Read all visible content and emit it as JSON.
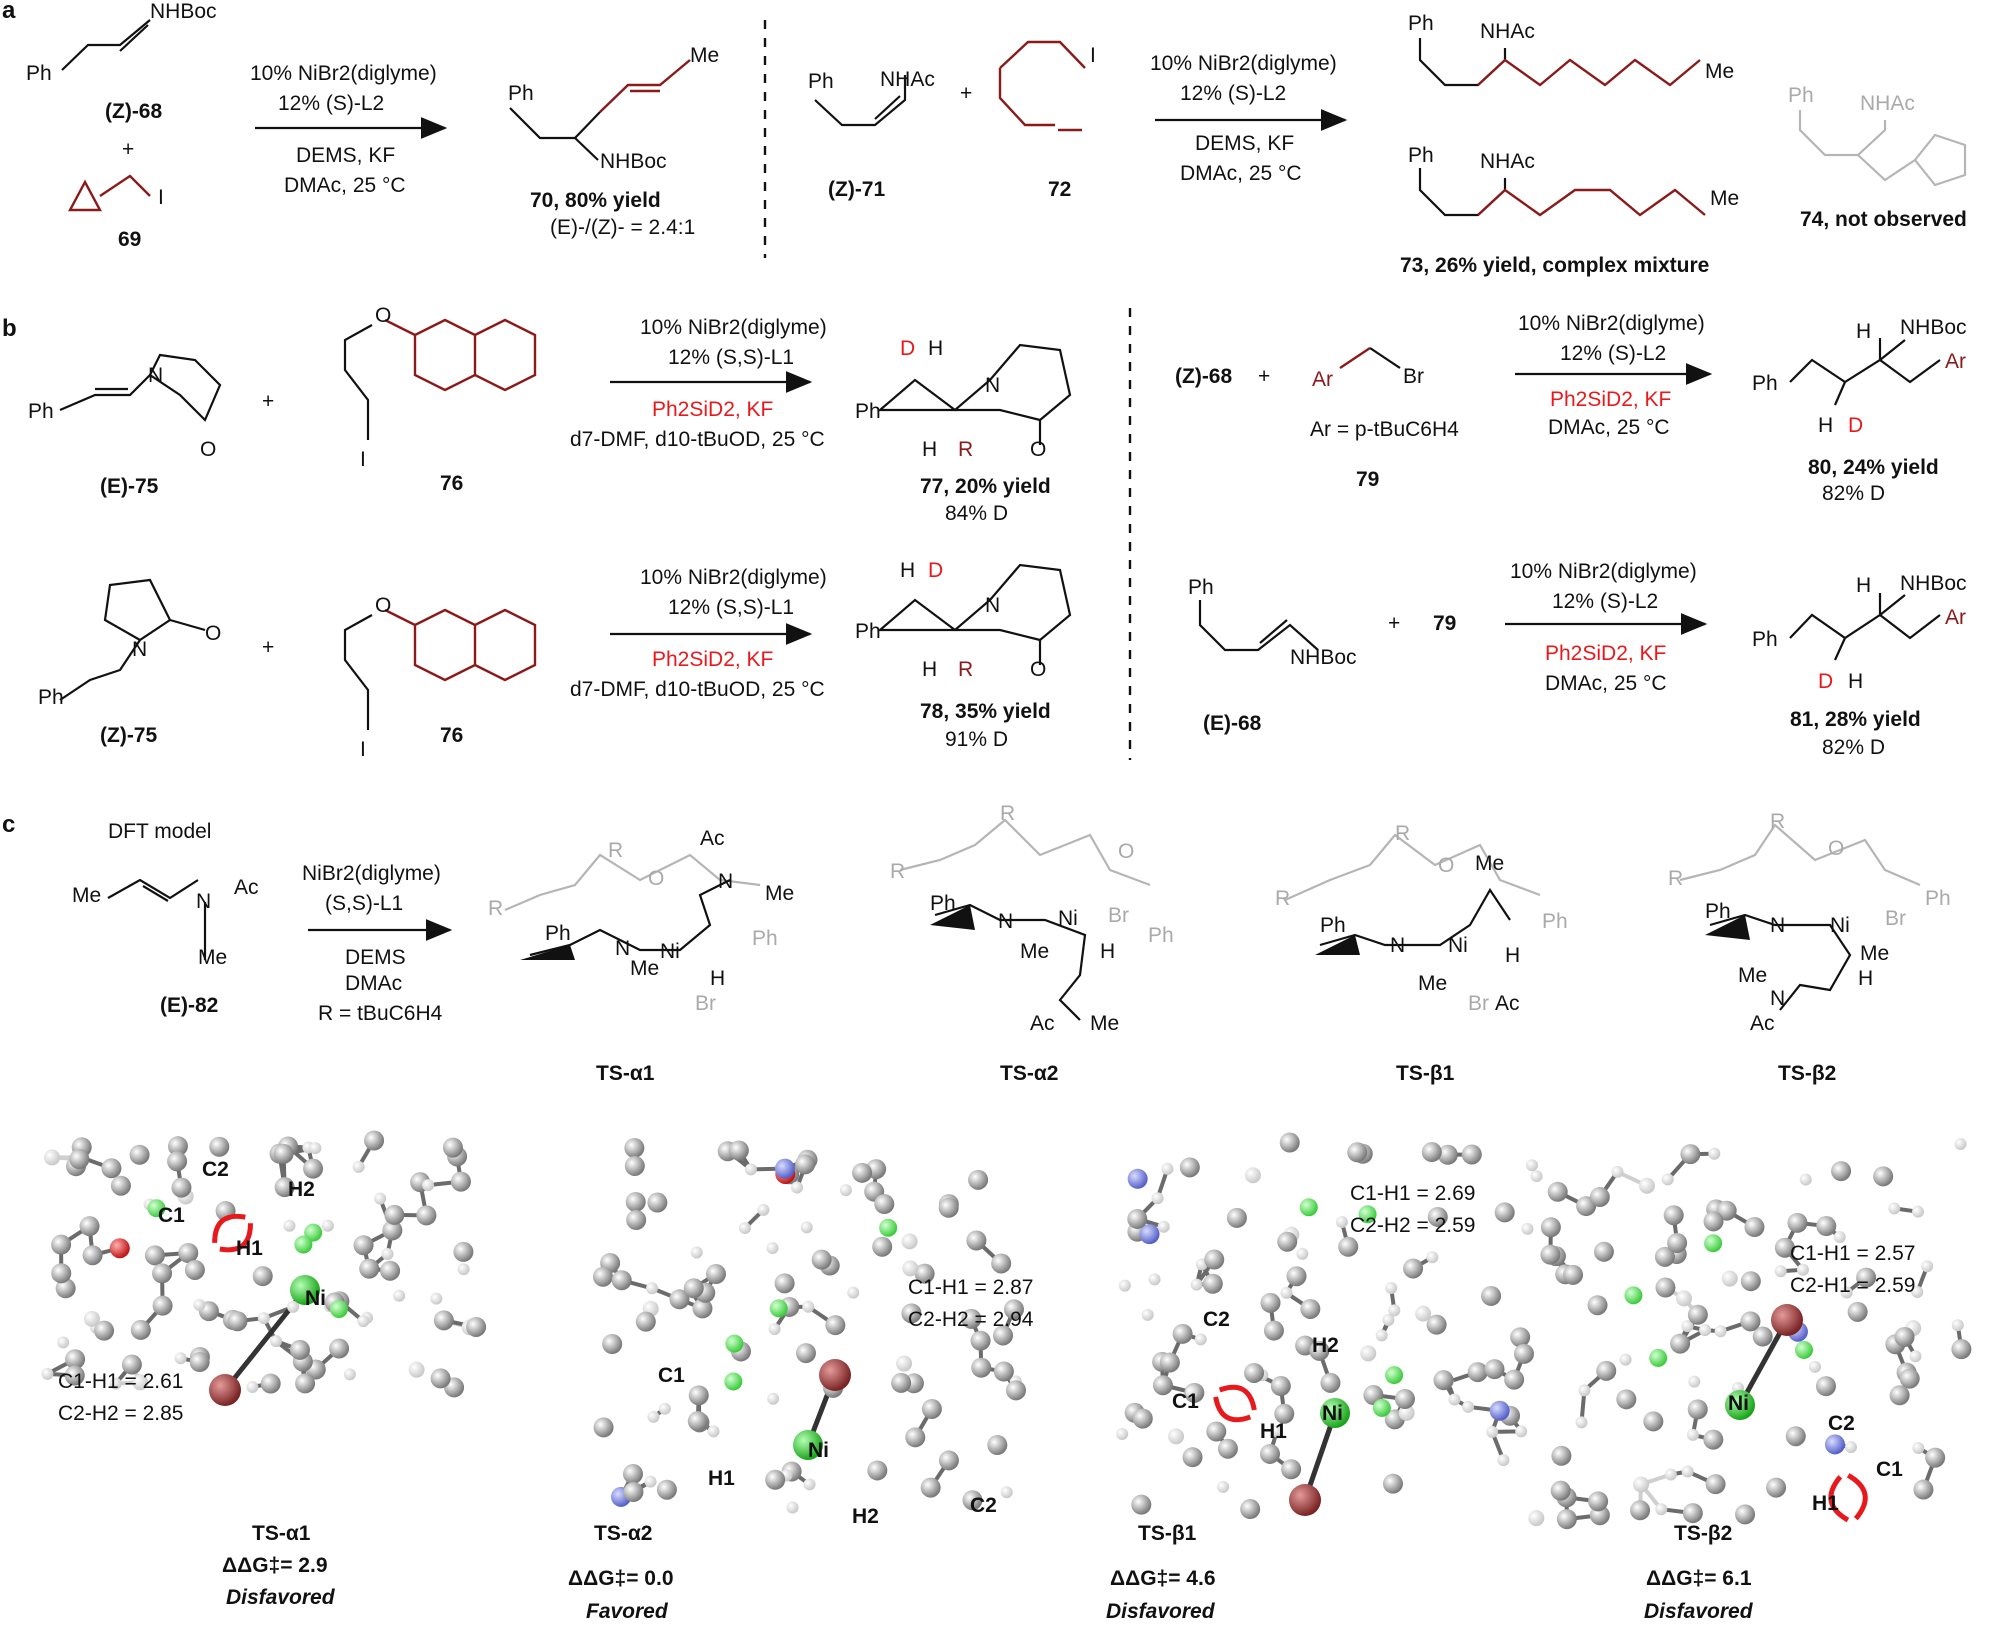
{
  "panels": {
    "a": "a",
    "b": "b",
    "c": "c"
  },
  "a": {
    "r68_label": "NHBoc",
    "r68_ph": "Ph",
    "r68_name": "(Z)-68",
    "plus": "+",
    "r69_name": "69",
    "r69_i": "I",
    "cond1": "10% NiBr2(diglyme)",
    "cond2": "12% (S)-L2",
    "cond3": "DEMS, KF",
    "cond4": "DMAc, 25 °C",
    "p70_ph": "Ph",
    "p70_me": "Me",
    "p70_nh": "NHBoc",
    "p70_caption": "70, 80%  yield",
    "p70_ratio": "(E)-/(Z)- = 2.4:1",
    "r71_ph": "Ph",
    "r71_nh": "NHAc",
    "r71_name": "(Z)-71",
    "r72_name": "72",
    "r72_i": "I",
    "p73a_ph": "Ph",
    "p73a_nh": "NHAc",
    "p73a_me": "Me",
    "p73b_ph": "Ph",
    "p73b_nh": "NHAc",
    "p73b_me": "Me",
    "p73_caption": "73, 26% yield, complex mixture",
    "p74_ph": "Ph",
    "p74_nh": "NHAc",
    "p74_caption": "74, not observed"
  },
  "b": {
    "r75e_ph": "Ph",
    "r75e_name": "(E)-75",
    "r75e_o": "O",
    "r75e_n": "N",
    "r76_o": "O",
    "r76_i": "I",
    "r76_name": "76",
    "condL1": "10% NiBr2(diglyme)",
    "condL2": "12% (S,S)-L1",
    "condL3": "Ph2SiD2, KF",
    "condL4": "d7-DMF, d10-tBuOD, 25 °C",
    "p77_d": "D",
    "p77_h": "H",
    "p77_ph": "Ph",
    "p77_h2": "H",
    "p77_r": "R",
    "p77_n": "N",
    "p77_o": "O",
    "p77_caption": "77, 20% yield",
    "p77_d_pct": "84% D",
    "r75z_name": "(Z)-75",
    "r75z_ph": "Ph",
    "r75z_o": "O",
    "r75z_n": "N",
    "p78_h": "H",
    "p78_d": "D",
    "p78_ph": "Ph",
    "p78_h2": "H",
    "p78_r": "R",
    "p78_n": "N",
    "p78_o": "O",
    "p78_caption": "78, 35% yield",
    "p78_d_pct": "91% D",
    "r68z": "(Z)-68",
    "r79_ar": "Ar",
    "r79_br": "Br",
    "r79_def": "Ar = p-tBuC6H4",
    "r79_name": "79",
    "condR1": "10% NiBr2(diglyme)",
    "condR2": "12% (S)-L2",
    "condR3": "Ph2SiD2, KF",
    "condR4": "DMAc, 25 °C",
    "p80_h": "H",
    "p80_nh": "NHBoc",
    "p80_ph": "Ph",
    "p80_ar": "Ar",
    "p80_h2": "H",
    "p80_d": "D",
    "p80_caption": "80, 24% yield",
    "p80_d_pct": "82% D",
    "r68e_ph": "Ph",
    "r68e_nh": "NHBoc",
    "r68e_name": "(E)-68",
    "r79b": "79",
    "p81_h": "H",
    "p81_nh": "NHBoc",
    "p81_ph": "Ph",
    "p81_ar": "Ar",
    "p81_d": "D",
    "p81_h2": "H",
    "p81_caption": "81, 28% yield",
    "p81_d_pct": "82% D"
  },
  "c": {
    "model_title": "DFT model",
    "r82_me": "Me",
    "r82_n": "N",
    "r82_ac": "Ac",
    "r82_me2": "Me",
    "r82_name": "(E)-82",
    "cond1": "NiBr2(diglyme)",
    "cond2": "(S,S)-L1",
    "cond3": "DEMS",
    "cond4": "DMAc",
    "cond5": "R = tBuC6H4",
    "ts": [
      {
        "label": "TS-α1",
        "color": "#8b1a1a"
      },
      {
        "label": "TS-α2",
        "color": "#3d5a9e"
      },
      {
        "label": "TS-β1",
        "color": "#8b1a1a"
      },
      {
        "label": "TS-β2",
        "color": "#8b1a1a"
      }
    ],
    "models": [
      {
        "label": "TS-α1",
        "d1": "C1-H1 = 2.61",
        "d2": "C2-H2 = 2.85",
        "ddg": "ΔΔG‡= 2.9",
        "verdict": "Disfavored",
        "color": "#8b1a1a"
      },
      {
        "label": "TS-α2",
        "d1": "C1-H1 = 2.87",
        "d2": "C2-H2 = 2.94",
        "ddg": "ΔΔG‡= 0.0",
        "verdict": "Favored",
        "color": "#3d5a9e"
      },
      {
        "label": "TS-β1",
        "d1": "C1-H1 = 2.69",
        "d2": "C2-H2 = 2.59",
        "ddg": "ΔΔG‡= 4.6",
        "verdict": "Disfavored",
        "color": "#8b1a1a"
      },
      {
        "label": "TS-β2",
        "d1": "C1-H1 = 2.57",
        "d2": "C2-H1 = 2.59",
        "ddg": "ΔΔG‡= 6.1",
        "verdict": "Disfavored",
        "color": "#8b1a1a"
      }
    ],
    "atom_labels": {
      "c1": "C1",
      "c2": "C2",
      "h1": "H1",
      "h2": "H2",
      "ni": "Ni",
      "ph": "Ph",
      "me": "Me",
      "ac": "Ac",
      "br": "Br",
      "o": "O",
      "n": "N",
      "h": "H",
      "r": "R"
    }
  }
}
